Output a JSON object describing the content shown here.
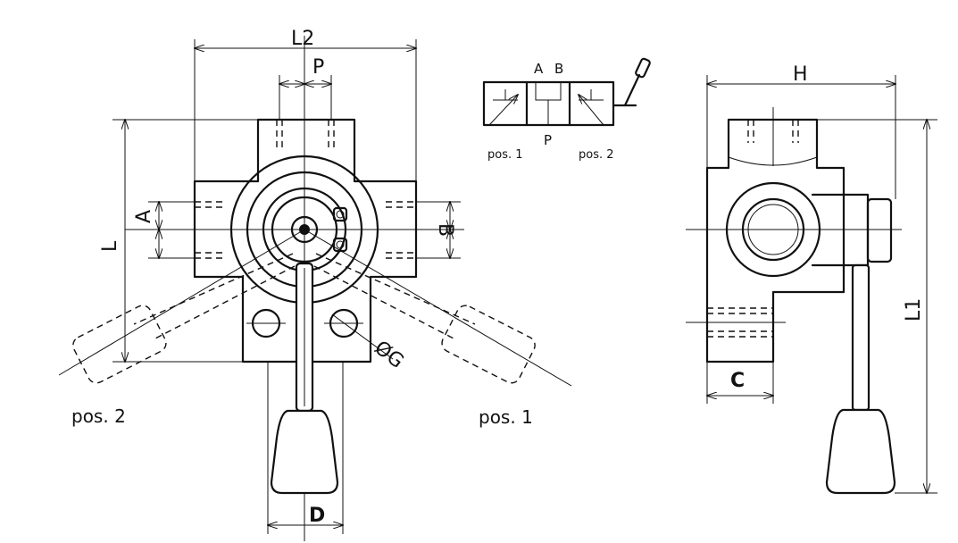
{
  "front_view": {
    "dim_L2": "L2",
    "dim_P": "P",
    "dim_L": "L",
    "dim_A": "A",
    "dim_B": "B",
    "dim_G": "ØG",
    "dim_D": "D",
    "pos_2": "pos. 2",
    "pos_1": "pos. 1"
  },
  "schematic": {
    "port_A": "A",
    "port_B": "B",
    "port_P": "P",
    "pos_1": "pos. 1",
    "pos_2": "pos. 2"
  },
  "side_view": {
    "dim_H": "H",
    "dim_L1": "L1",
    "dim_C": "C"
  }
}
